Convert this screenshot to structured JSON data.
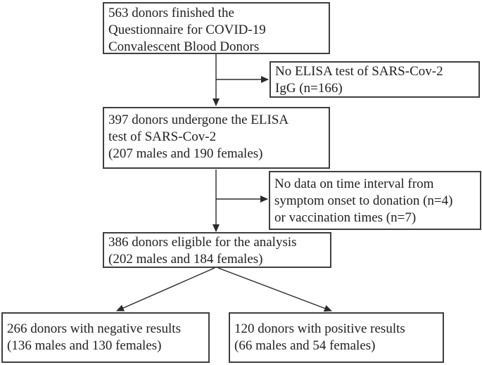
{
  "colors": {
    "background": "#ffffff",
    "box_border": "#3f3f3f",
    "text": "#1f1f1f",
    "arrow": "#2b2b2b"
  },
  "flowchart": {
    "top": {
      "line1": "563 donors finished the",
      "line2": "Questionnaire for COVID-19",
      "line3": "Convalescent Blood Donors"
    },
    "excluded_no_elisa": {
      "line1": "No ELISA test of SARS-Cov-2",
      "line2": "IgG (n=166)"
    },
    "elisa_tested": {
      "line1": "397 donors undergone the ELISA",
      "line2": "test of SARS-Cov-2",
      "line3": "(207 males and 190 females)"
    },
    "excluded_no_data": {
      "line1": "No data on time interval from",
      "line2": "symptom onset to donation (n=4)",
      "line3": "or vaccination times (n=7)"
    },
    "eligible": {
      "line1": "386 donors eligible for the analysis",
      "line2": "(202 males and 184 females)"
    },
    "negative": {
      "line1": "266 donors with negative results",
      "line2": "(136 males and 130 females)"
    },
    "positive": {
      "line1": "120 donors with positive results",
      "line2": "(66 males and 54 females)"
    },
    "edges": [
      {
        "from": "top",
        "to": "elisa_tested"
      },
      {
        "from": "top",
        "to": "excluded_no_elisa"
      },
      {
        "from": "elisa_tested",
        "to": "eligible"
      },
      {
        "from": "elisa_tested",
        "to": "excluded_no_data"
      },
      {
        "from": "eligible",
        "to": "negative"
      },
      {
        "from": "eligible",
        "to": "positive"
      }
    ]
  }
}
